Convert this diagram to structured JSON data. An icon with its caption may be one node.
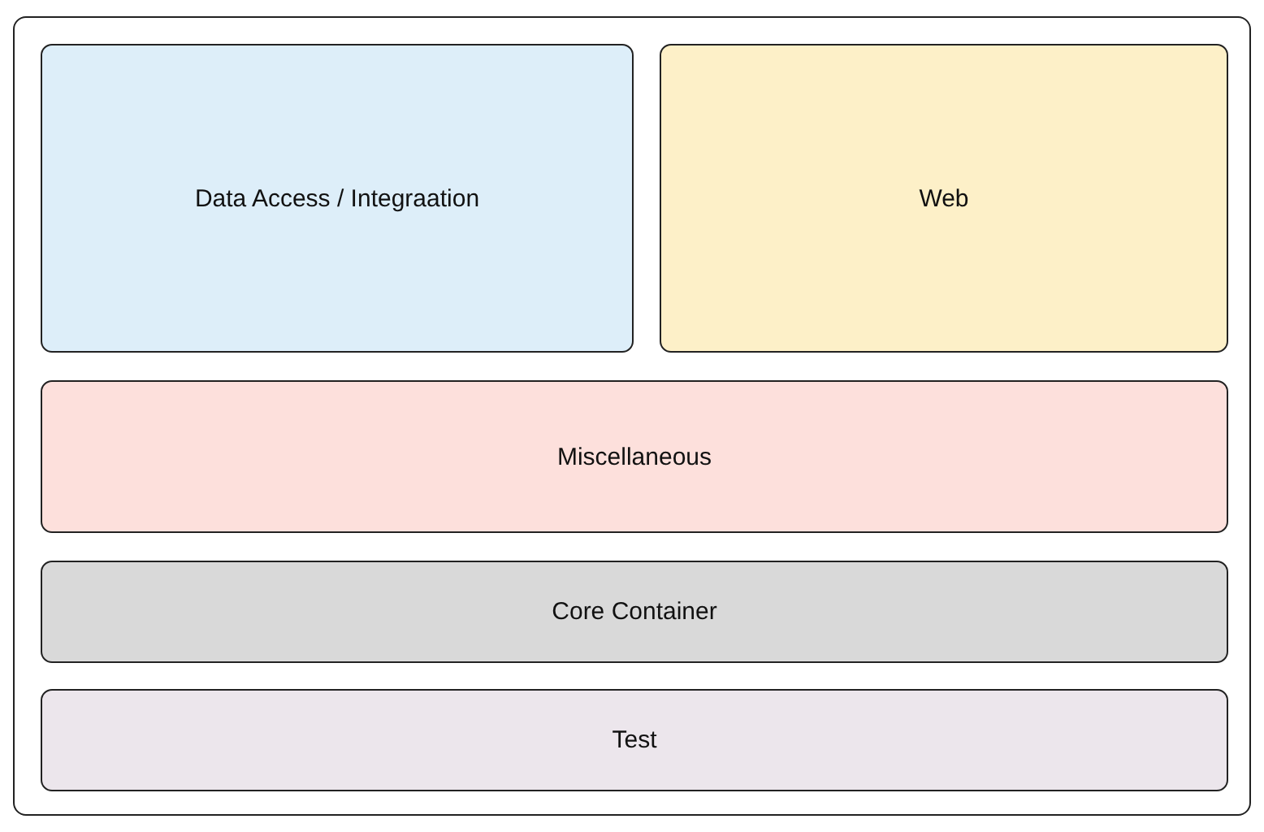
{
  "diagram": {
    "nodes": [
      {
        "text": [],
        "shape": "box"
      },
      {
        "text": [
          "Data Access / Integraation"
        ],
        "in": 0
      },
      {
        "text": [
          "Web"
        ],
        "in": 0
      },
      {
        "text": [
          "Miscellaneous"
        ],
        "in": 0
      },
      {
        "text": [
          "Core Container"
        ],
        "in": 0
      },
      {
        "text": [
          "Test"
        ],
        "in": 0
      }
    ]
  }
}
